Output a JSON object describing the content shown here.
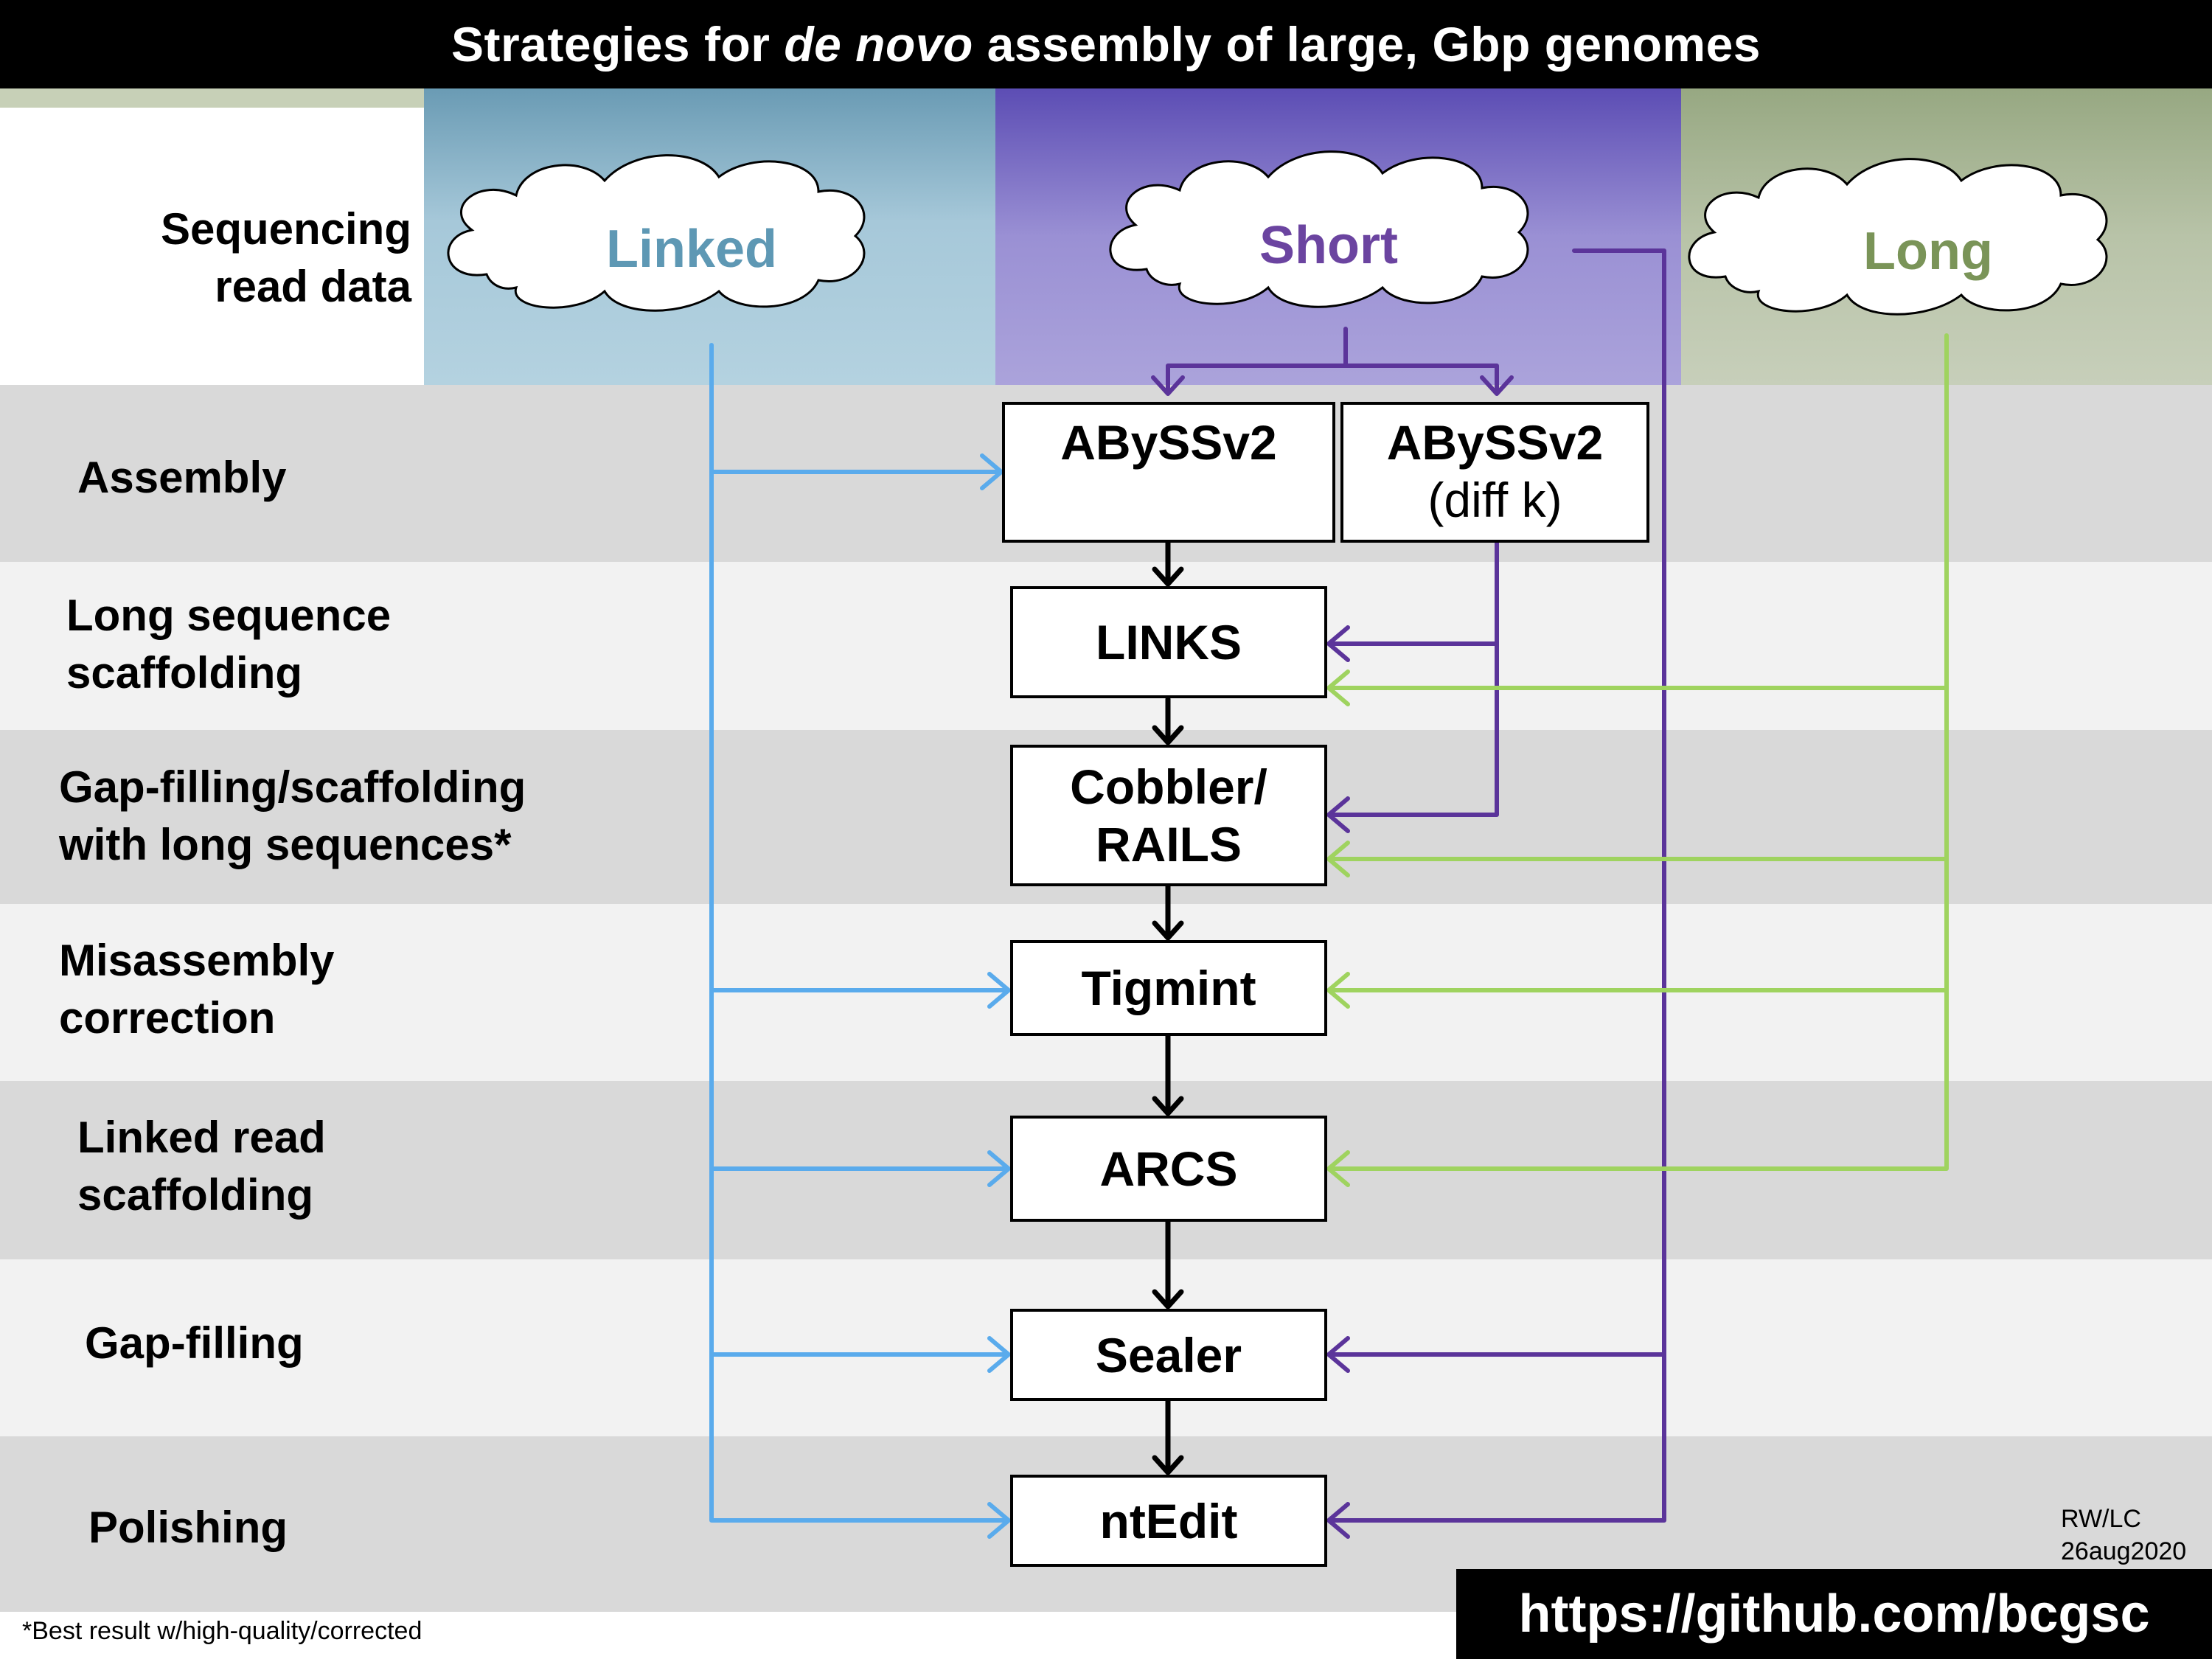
{
  "title": {
    "before": "Strategies for ",
    "italic": "de novo",
    "after": " assembly of large, Gbp genomes"
  },
  "rows": [
    {
      "id": "sequencing",
      "lines": [
        "Sequencing",
        "read data"
      ]
    },
    {
      "id": "assembly",
      "lines": [
        "Assembly"
      ]
    },
    {
      "id": "long-scaffolding",
      "lines": [
        "Long sequence",
        "scaffolding"
      ]
    },
    {
      "id": "gap-filling-long",
      "lines": [
        "Gap-filling/scaffolding",
        "with long sequences*"
      ]
    },
    {
      "id": "misassembly",
      "lines": [
        "Misassembly",
        "correction"
      ]
    },
    {
      "id": "linked-scaffolding",
      "lines": [
        "Linked read",
        "scaffolding"
      ]
    },
    {
      "id": "gap-filling",
      "lines": [
        "Gap-filling"
      ]
    },
    {
      "id": "polishing",
      "lines": [
        "Polishing"
      ]
    }
  ],
  "sources": {
    "linked": {
      "label": "Linked",
      "color": "#5e98b4"
    },
    "short": {
      "label": "Short",
      "color": "#6b44a0"
    },
    "long": {
      "label": "Long",
      "color": "#7a9458"
    }
  },
  "tools": {
    "abyss": "ABySSv2",
    "abyss_diff": "ABySSv2",
    "abyss_diff_sub": "(diff k)",
    "links": "LINKS",
    "cobbler": [
      "Cobbler/",
      "RAILS"
    ],
    "tigmint": "Tigmint",
    "arcs": "ARCS",
    "sealer": "Sealer",
    "ntedit": "ntEdit"
  },
  "colors": {
    "linked_line": "#5aabec",
    "short_line": "#5b349a",
    "long_line": "#9fd35f",
    "flow_line": "#000000"
  },
  "footnote": "*Best result w/high-quality/corrected",
  "credit": [
    "RW/LC",
    "26aug2020"
  ],
  "url": "https://github.com/bcgsc"
}
